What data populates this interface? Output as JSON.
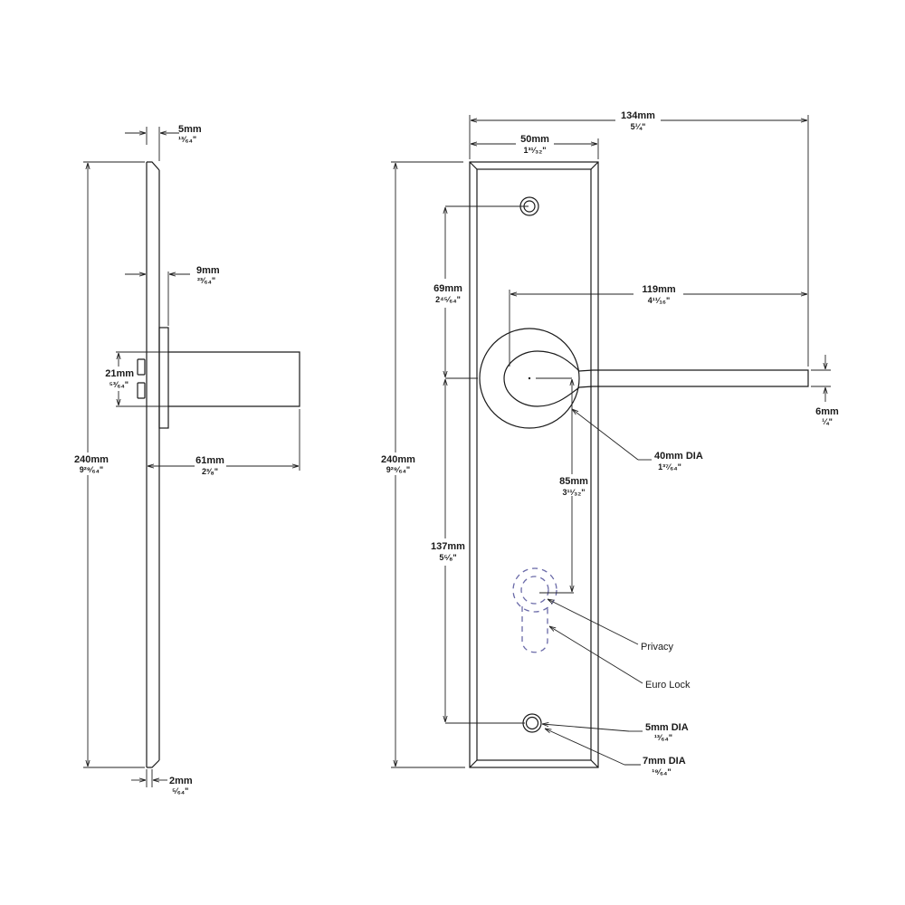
{
  "side_view": {
    "thickness": {
      "mm": "5mm",
      "inch": "¹³⁄₆₄\""
    },
    "rose_depth": {
      "mm": "9mm",
      "inch": "²³⁄₆₄\""
    },
    "spindle_height": {
      "mm": "21mm",
      "inch": "⁵³⁄₆₄\""
    },
    "height": {
      "mm": "240mm",
      "inch": "9²⁹⁄₆₄\""
    },
    "projection": {
      "mm": "61mm",
      "inch": "2³⁄₈\""
    },
    "edge": {
      "mm": "2mm",
      "inch": "⁵⁄₆₄\""
    }
  },
  "front_view": {
    "overall_width": {
      "mm": "134mm",
      "inch": "5¼\""
    },
    "plate_width": {
      "mm": "50mm",
      "inch": "1³¹⁄₃₂\""
    },
    "lever_length": {
      "mm": "119mm",
      "inch": "4¹¹⁄₁₆\""
    },
    "height": {
      "mm": "240mm",
      "inch": "9²⁹⁄₆₄\""
    },
    "top_hole_to_center": {
      "mm": "69mm",
      "inch": "2⁴⁵⁄₆₄\""
    },
    "center_to_bottom_hole": {
      "mm": "137mm",
      "inch": "5⁵⁄₈\""
    },
    "backset": {
      "mm": "85mm",
      "inch": "3¹¹⁄₃₂\""
    },
    "lever_thickness": {
      "mm": "6mm",
      "inch": "¼\""
    },
    "rose_dia": {
      "mm": "40mm DIA",
      "inch": "1³⁷⁄₆₄\""
    },
    "privacy_label": "Privacy",
    "euro_lock_label": "Euro Lock",
    "hole_inner": {
      "mm": "5mm DIA",
      "inch": "¹³⁄₆₄\""
    },
    "hole_outer": {
      "mm": "7mm DIA",
      "inch": "¹⁹⁄₆₄\""
    }
  },
  "colors": {
    "line": "#1a1a1a",
    "dashed": "#6a6aa8"
  }
}
